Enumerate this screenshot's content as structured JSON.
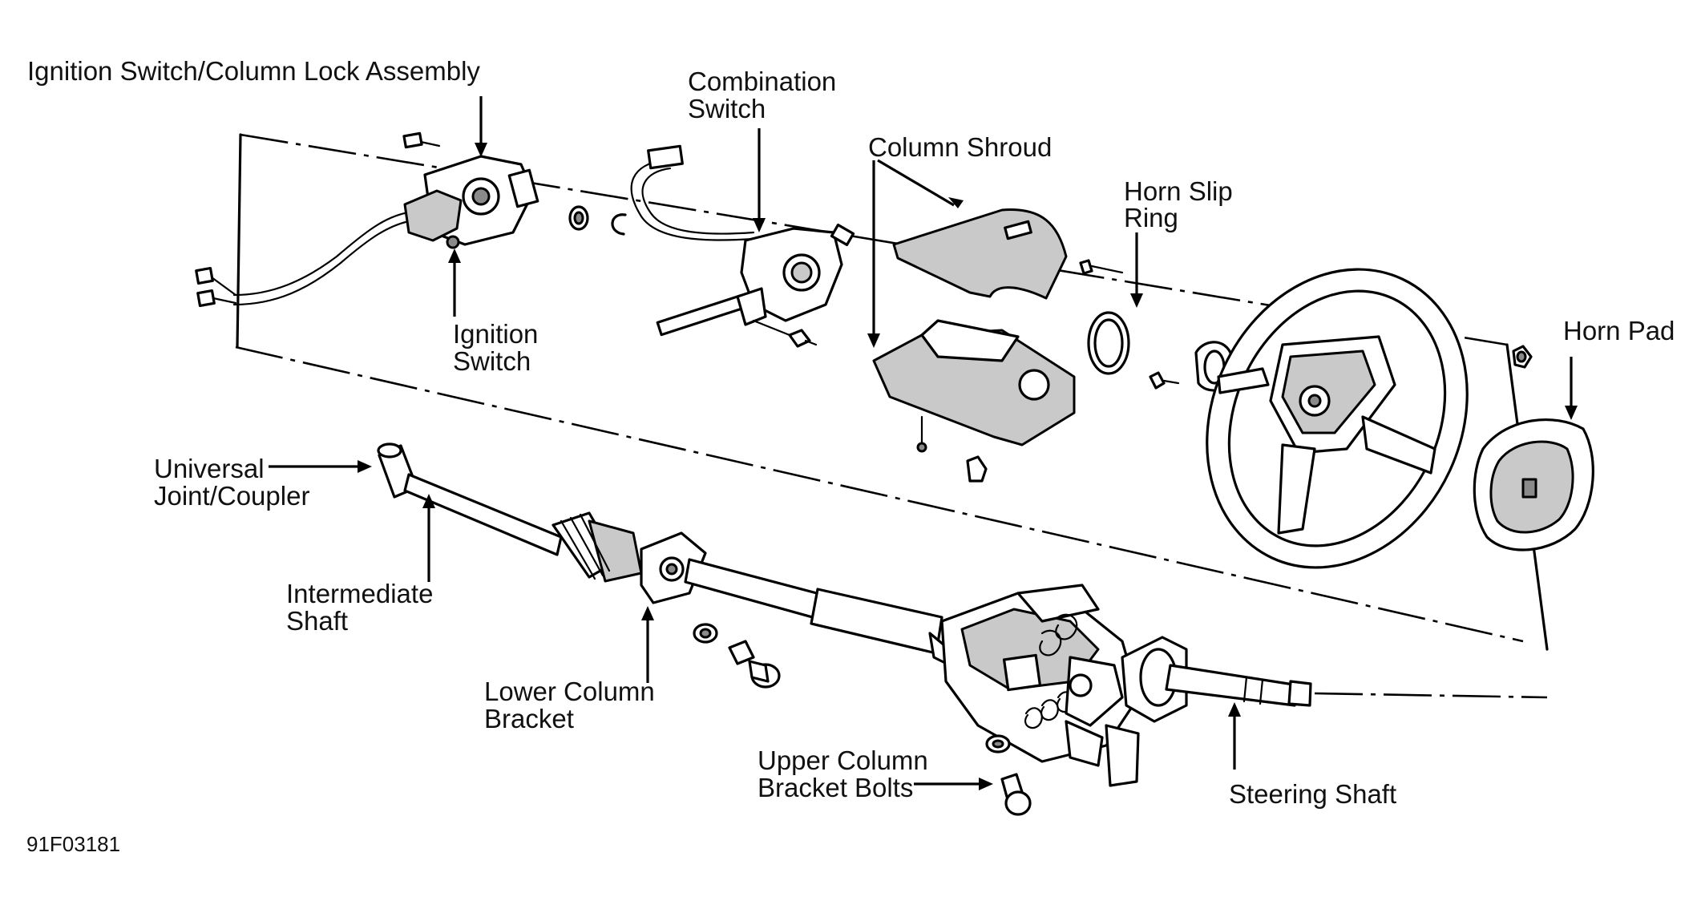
{
  "labels": {
    "ignition_lock": "Ignition Switch/Column Lock Assembly",
    "combination_switch_1": "Combination",
    "combination_switch_2": "Switch",
    "column_shroud": "Column Shroud",
    "horn_slip_ring_1": "Horn Slip",
    "horn_slip_ring_2": "Ring",
    "horn_pad": "Horn Pad",
    "ignition_switch_1": "Ignition",
    "ignition_switch_2": "Switch",
    "universal_joint_1": "Universal",
    "universal_joint_2": "Joint/Coupler",
    "intermediate_shaft_1": "Intermediate",
    "intermediate_shaft_2": "Shaft",
    "lower_bracket_1": "Lower Column",
    "lower_bracket_2": "Bracket",
    "upper_bracket_bolts_1": "Upper Column",
    "upper_bracket_bolts_2": "Bracket Bolts",
    "steering_shaft": "Steering Shaft"
  },
  "figure_code": "91F03181",
  "colors": {
    "ink": "#000000",
    "shade": "#c9c9c9",
    "background": "#ffffff"
  }
}
